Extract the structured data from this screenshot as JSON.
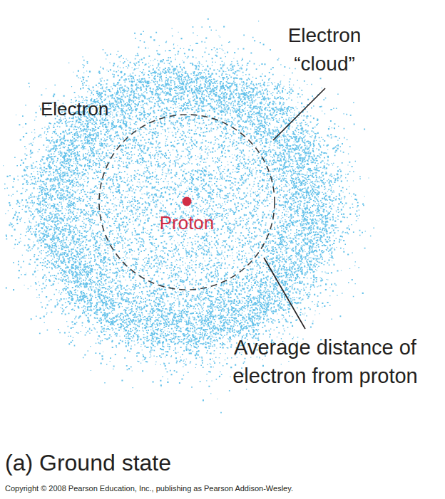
{
  "diagram": {
    "caption": "(a) Ground state",
    "labels": [
      "Electron",
      "Electron “cloud”",
      "Proton",
      "Average distance of electron from proton",
      "Copyright © 2008 Pearson Education, Inc., publishing as Pearson Addison-Wesley."
    ]
  }
}
